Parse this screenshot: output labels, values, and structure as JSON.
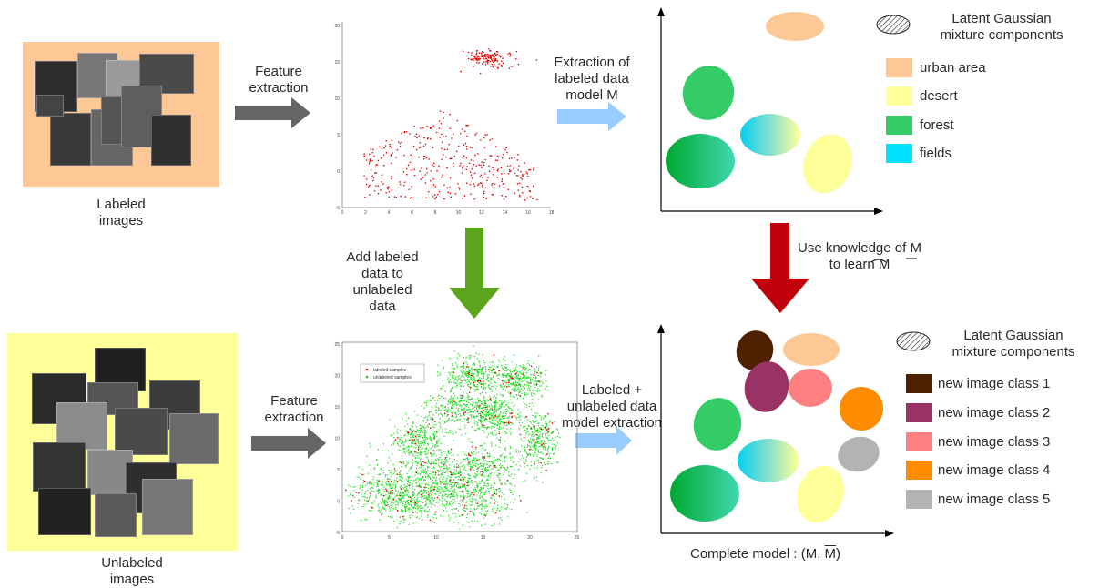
{
  "colors": {
    "labeled_bg": "#fdc896",
    "unlabeled_bg": "#ffff99",
    "gray_arrow": "#666666",
    "light_blue_arrow": "#99ccff",
    "green_arrow": "#5aa51c",
    "red_arrow": "#c0000b",
    "urban": "#fdc896",
    "desert": "#ffff99",
    "forest": "#33cc66",
    "fields": "#00e0ff",
    "class1": "#4d2000",
    "class2": "#993366",
    "class3": "#ff8080",
    "class4": "#ff8c00",
    "class5": "#b3b3b3"
  },
  "labels": {
    "labeled_images": "Labeled\nimages",
    "unlabeled_images": "Unlabeled\nimages",
    "feature_extraction_top": "Feature\nextraction",
    "feature_extraction_bottom": "Feature\nextraction",
    "extraction_labeled_model": "Extraction of\nlabeled data\nmodel M",
    "add_labeled_data": "Add labeled\ndata to\nunlabeled\ndata",
    "use_knowledge_line1": "Use knowledge of M",
    "use_knowledge_line2": "to learn M",
    "labeled_unlabeled_model": "Labeled +\nunlabeled data\nmodel extraction",
    "complete_model_prefix": "Complete model : (M, ",
    "complete_model_mbar": "M",
    "complete_model_suffix": ")"
  },
  "legend_top": {
    "title": "Latent Gaussian\nmixture components",
    "items": [
      {
        "label": "urban area",
        "color": "#fdc896"
      },
      {
        "label": "desert",
        "color": "#ffff99"
      },
      {
        "label": "forest",
        "color": "#33cc66"
      },
      {
        "label": "fields",
        "color": "#00e0ff"
      }
    ]
  },
  "legend_bottom": {
    "title": "Latent Gaussian\nmixture components",
    "items": [
      {
        "label": "new image class 1",
        "color": "#4d2000"
      },
      {
        "label": "new image class 2",
        "color": "#993366"
      },
      {
        "label": "new image class 3",
        "color": "#ff8080"
      },
      {
        "label": "new image class 4",
        "color": "#ff8c00"
      },
      {
        "label": "new image class 5",
        "color": "#b3b3b3"
      }
    ]
  },
  "plot_top": {
    "x_ticks": [
      "0",
      "2",
      "4",
      "6",
      "8",
      "10",
      "12",
      "14",
      "16",
      "18"
    ],
    "y_ticks": [
      "20",
      "15",
      "10",
      "5",
      "0",
      "-5"
    ]
  },
  "plot_bottom": {
    "x_ticks": [
      "0",
      "5",
      "10",
      "15",
      "20",
      "25"
    ],
    "y_ticks": [
      "25",
      "20",
      "15",
      "10",
      "5",
      "0",
      "-5"
    ],
    "legend": [
      "labeled samples",
      "unlabeled samples"
    ]
  }
}
